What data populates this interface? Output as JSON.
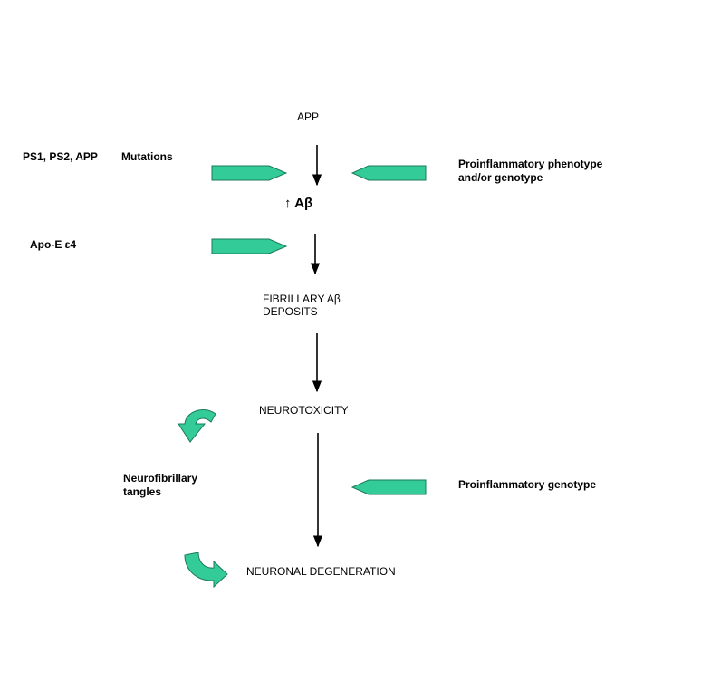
{
  "nodes": {
    "app": "APP",
    "abeta_increase": "↑ Aβ",
    "fibrillary_line1": "FIBRILLARY Aβ",
    "fibrillary_line2": "DEPOSITS",
    "neurotoxicity": "NEUROTOXICITY",
    "neuronal_degeneration": "NEURONAL DEGENERATION"
  },
  "factors": {
    "ps_genes": "PS1, PS2, APP",
    "mutations": "Mutations",
    "apoe": "Apo-E ε4",
    "proinflammatory_line1": "Proinflammatory phenotype",
    "proinflammatory_line2": "and/or genotype",
    "proinflammatory_genotype": "Proinflammatory genotype",
    "neurofibrillary_line1": "Neurofibrillary",
    "neurofibrillary_line2": "tangles"
  },
  "colors": {
    "arrow_fill": "#33cc99",
    "arrow_stroke": "#1a7a5a",
    "line": "#000000"
  }
}
